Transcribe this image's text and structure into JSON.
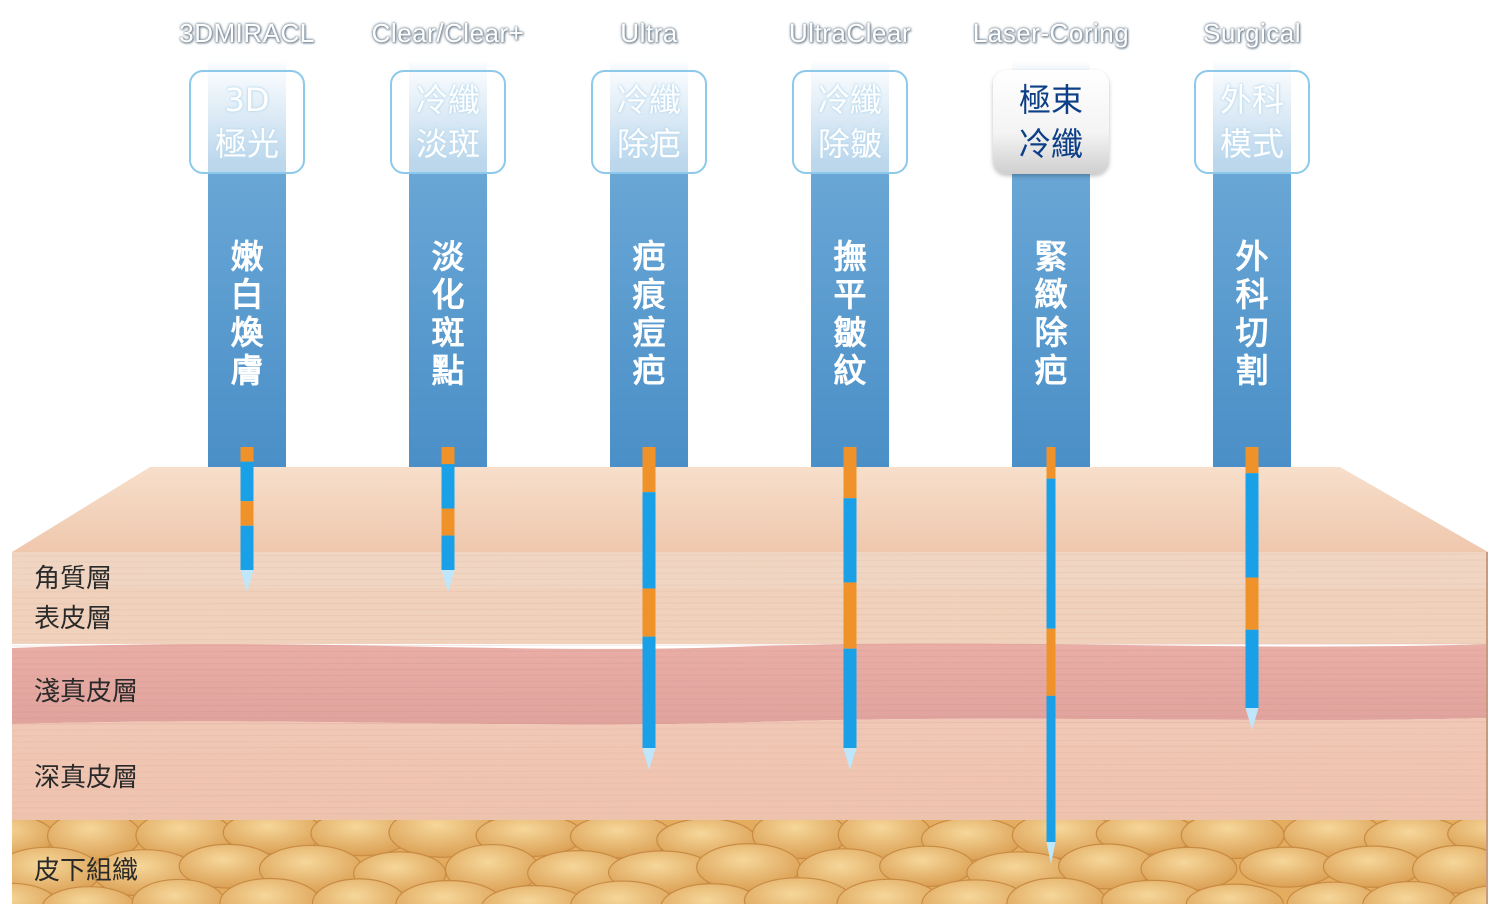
{
  "modes": [
    {
      "name": "3DMIRACL",
      "mode_lines": [
        "3D",
        "極光"
      ],
      "effect_chars": [
        "嫩",
        "白",
        "煥",
        "膚"
      ],
      "active": false,
      "depth_layer": "表皮層"
    },
    {
      "name": "Clear/Clear+",
      "mode_lines": [
        "冷纖",
        "淡斑"
      ],
      "effect_chars": [
        "淡",
        "化",
        "斑",
        "點"
      ],
      "active": false,
      "depth_layer": "表皮層"
    },
    {
      "name": "Ultra",
      "mode_lines": [
        "冷纖",
        "除疤"
      ],
      "effect_chars": [
        "疤",
        "痕",
        "痘",
        "疤"
      ],
      "active": false,
      "depth_layer": "深真皮層"
    },
    {
      "name": "UltraClear",
      "mode_lines": [
        "冷纖",
        "除皺"
      ],
      "effect_chars": [
        "撫",
        "平",
        "皺",
        "紋"
      ],
      "active": false,
      "depth_layer": "深真皮層"
    },
    {
      "name": "Laser-Coring",
      "mode_lines": [
        "極束",
        "冷纖"
      ],
      "effect_chars": [
        "緊",
        "緻",
        "除",
        "疤"
      ],
      "active": true,
      "depth_layer": "皮下組織"
    },
    {
      "name": "Surgical",
      "mode_lines": [
        "外科",
        "模式"
      ],
      "effect_chars": [
        "外",
        "科",
        "切",
        "割"
      ],
      "active": false,
      "depth_layer": "淺真皮層"
    }
  ],
  "skin_layers": [
    "角質層",
    "表皮層",
    "淺真皮層",
    "深真皮層",
    "皮下組織"
  ],
  "colors": {
    "beam": "#4d92c9",
    "needle_blue": "#1aa0e6",
    "needle_orange": "#f0922a",
    "skin_top": "#f3d4b8",
    "shallow_dermis": "#e6a9a2",
    "fat": "#e9bb6e",
    "active_text": "#0c3f86"
  }
}
